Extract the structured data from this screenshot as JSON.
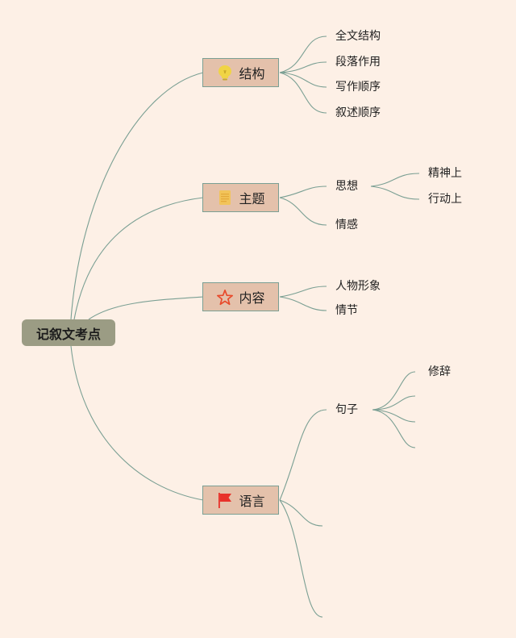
{
  "root": {
    "label": "记叙文考点"
  },
  "branches": {
    "structure": {
      "label": "结构",
      "icon": "lightbulb-icon",
      "children": [
        "全文结构",
        "段落作用",
        "写作顺序",
        "叙述顺序"
      ]
    },
    "theme": {
      "label": "主题",
      "icon": "note-icon",
      "children": [
        "思想",
        "情感"
      ],
      "sub": [
        "精神上",
        "行动上"
      ]
    },
    "content": {
      "label": "内容",
      "icon": "star-icon",
      "children": [
        "人物形象",
        "情节"
      ]
    },
    "language": {
      "label": "语言",
      "icon": "flag-icon",
      "children": [
        "句子"
      ],
      "sub": [
        "修辞"
      ]
    }
  },
  "colors": {
    "background": "#fdf0e6",
    "connector": "#7a9f93",
    "root_fill": "#9b9c84",
    "branch_fill": "#e4c1ab",
    "lightbulb": "#f0d445",
    "note": "#f2c45a",
    "star": "#e8492a",
    "flag": "#e8322a"
  }
}
